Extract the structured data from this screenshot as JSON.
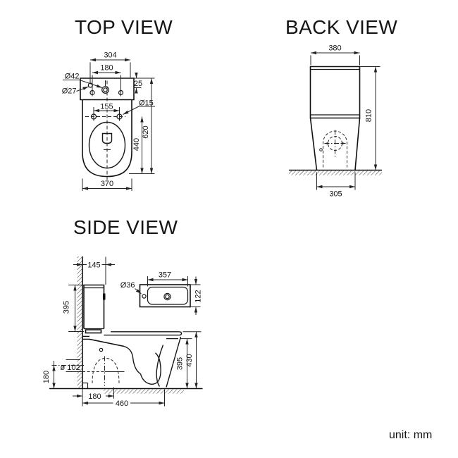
{
  "page": {
    "background": "#ffffff",
    "line_color": "#111111"
  },
  "top_view": {
    "title": "TOP VIEW",
    "dims": {
      "tank_top_width": "304",
      "tank_hole_spacing": "180",
      "inlet_hole_dia": "Ø42",
      "side_hole_dia": "Ø27",
      "hole_row_offset": "25",
      "seat_bolt_spacing": "155",
      "seat_bolt_dia": "Ø15",
      "overall_depth": "620",
      "bolt_to_front": "440",
      "bowl_width": "370"
    }
  },
  "back_view": {
    "title": "BACK VIEW",
    "dims": {
      "tank_width": "380",
      "overall_height": "810",
      "base_width": "305"
    }
  },
  "side_view": {
    "title": "SIDE VIEW",
    "dims": {
      "wall_to_tank_front": "145",
      "cistern_height": "395",
      "lid_cutout_width": "357",
      "lid_hole_dia": "Ø36",
      "lid_depth": "122",
      "outlet_dia": "ø 102",
      "outlet_center_height": "180",
      "wall_to_fixing": "180",
      "overall_depth": "460",
      "bowl_height": "395",
      "seat_height": "430"
    }
  },
  "footer": {
    "unit_label": "unit: mm"
  }
}
